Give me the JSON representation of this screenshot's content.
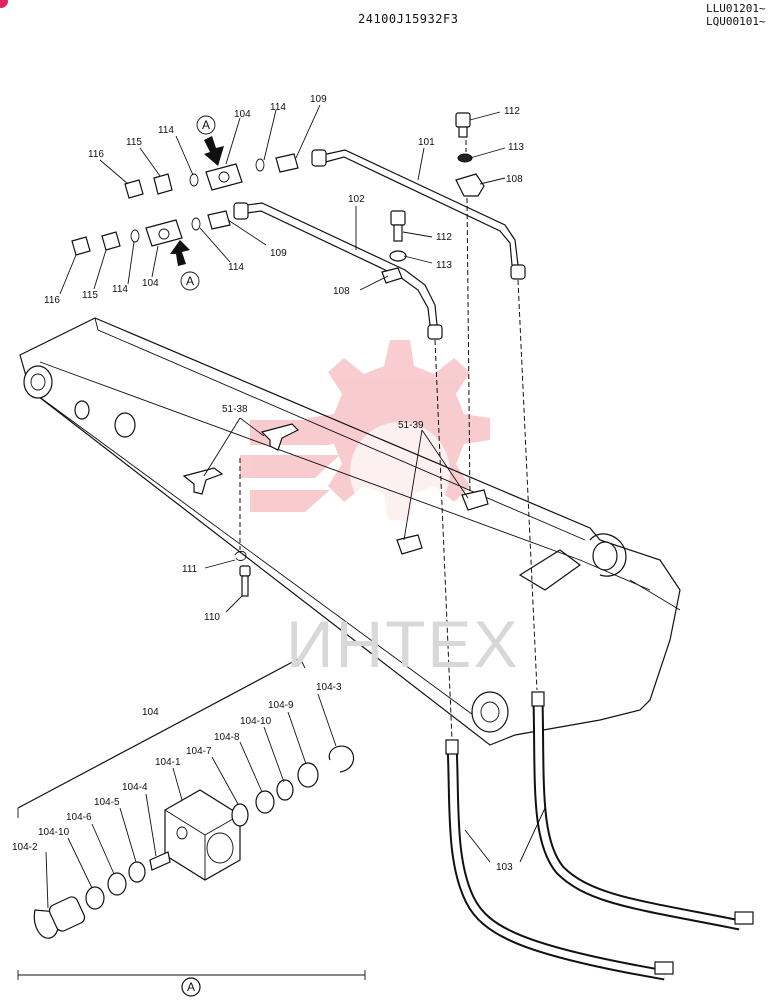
{
  "header": {
    "drawing_code": "24100J15932F3",
    "serial_range_1": "LLU01201~",
    "serial_range_2": "LQU00101~"
  },
  "watermark_text": "ИНТЕХ",
  "callouts": {
    "p101": "101",
    "p102": "102",
    "p103": "103",
    "p104_top": "104",
    "p104_mid": "104",
    "p104_detail": "104",
    "p108_a": "108",
    "p108_b": "108",
    "p109_a": "109",
    "p109_b": "109",
    "p110": "110",
    "p111": "111",
    "p112_a": "112",
    "p112_b": "112",
    "p113_a": "113",
    "p113_b": "113",
    "p114_a": "114",
    "p114_b": "114",
    "p114_c": "114",
    "p114_d": "114",
    "p115_a": "115",
    "p115_b": "115",
    "p116_a": "116",
    "p116_b": "116",
    "p51_38": "51-38",
    "p51_39": "51-39",
    "d104_1": "104-1",
    "d104_2": "104-2",
    "d104_3": "104-3",
    "d104_4": "104-4",
    "d104_5": "104-5",
    "d104_6": "104-6",
    "d104_7": "104-7",
    "d104_8": "104-8",
    "d104_9": "104-9",
    "d104_10a": "104-10",
    "d104_10b": "104-10"
  },
  "view_markers": {
    "top": "A",
    "mid": "A",
    "detail": "A"
  },
  "colors": {
    "line": "#111111",
    "watermark_gear": "#f4a3a8",
    "watermark_text": "#d8d8d8",
    "corner_badge": "#e0245e"
  }
}
